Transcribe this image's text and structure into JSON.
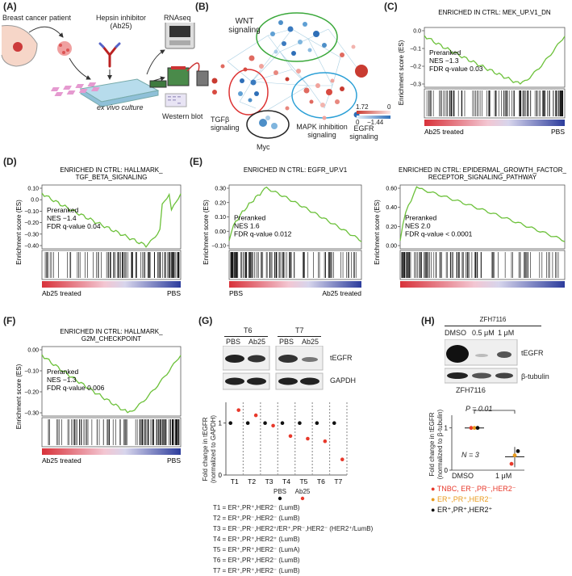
{
  "panels": {
    "A": "(A)",
    "B": "(B)",
    "C": "(C)",
    "D": "(D)",
    "E": "(E)",
    "F": "(F)",
    "G": "(G)",
    "H": "(H)"
  },
  "panelA": {
    "patient": "Breast cancer patient",
    "inhibitor_l1": "Hepsin inhibitor",
    "inhibitor_l2": "(Ab25)",
    "rnaseq": "RNAseq",
    "culture": "ex vivo culture",
    "western": "Western blot"
  },
  "panelB": {
    "wnt_l1": "WNT",
    "wnt_l2": "signaling",
    "tgfb_l1": "TGFβ",
    "tgfb_l2": "signaling",
    "myc": "Myc",
    "mapk_l1": "MAPK inhibition",
    "mapk_l2": "signaling",
    "egfr_l1": "EGFR",
    "egfr_l2": "signaling",
    "scale_max": "1.72",
    "scale_zero_top": "0",
    "scale_zero_bottom": "0",
    "scale_min": "−1.44"
  },
  "gsea": {
    "C": {
      "title_l1": "ENRICHED IN CTRL: MEK_UP.V1_DN",
      "title_l2": "",
      "yticks": [
        "0.0",
        "−0.1",
        "−0.2",
        "−0.3"
      ],
      "ylabel": "Enrichment score (ES)",
      "preranked": "Preranked",
      "nes": "NES −1.3",
      "fdr": "FDR q-value 0.03",
      "left_label": "Ab25 treated",
      "right_label": "PBS"
    },
    "D": {
      "title_l1": "ENRICHED IN CTRL: HALLMARK_",
      "title_l2": "TGF_BETA_SIGNALING",
      "yticks": [
        "0.10",
        "0.0",
        "−0.10",
        "−0.20",
        "−0.30",
        "−0.40"
      ],
      "ylabel": "Enrichment score (ES)",
      "preranked": "Preranked",
      "nes": "NES −1.4",
      "fdr": "FDR q-value 0.04",
      "left_label": "Ab25 treated",
      "right_label": "PBS"
    },
    "E1": {
      "title_l1": "ENRICHED IN CTRL: EGFR_UP.V1",
      "title_l2": "",
      "yticks": [
        "0.30",
        "0.20",
        "0.10",
        "0.00",
        "−0.10"
      ],
      "ylabel": "Enrichment score (ES)",
      "preranked": "Preranked",
      "nes": "NES 1.6",
      "fdr": "FDR q-value 0.012",
      "left_label": "PBS",
      "right_label": "Ab25 treated"
    },
    "E2": {
      "title_l1": "ENRICHED IN CTRL: EPIDERMAL_GROWTH_FACTOR_",
      "title_l2": "RECEPTOR_SIGNALING_PATHWAY",
      "yticks": [
        "0.60",
        "0.40",
        "0.20",
        "0.00"
      ],
      "ylabel": "Enrichment score (ES)",
      "preranked": "Preranked",
      "nes": "NES 2.0",
      "fdr": "FDR q-value < 0.0001",
      "left_label": "",
      "right_label": ""
    },
    "F": {
      "title_l1": "ENRICHED IN CTRL: HALLMARK_",
      "title_l2": "G2M_CHECKPOINT",
      "yticks": [
        "0.00",
        "−0.10",
        "−0.20",
        "−0.30"
      ],
      "ylabel": "Enrichment score (ES)",
      "preranked": "Preranked",
      "nes": "NES −1.3",
      "fdr": "FDR q-value 0.006",
      "left_label": "Ab25 treated",
      "right_label": "PBS"
    }
  },
  "panelG": {
    "sample_t6": "T6",
    "sample_t7": "T7",
    "lane_pbs": "PBS",
    "lane_ab25": "Ab25",
    "band_tegfr": "tEGFR",
    "band_gapdh": "GAPDH",
    "ylabel_l1": "Fold change in tEGFR",
    "ylabel_l2": "(normalized to GAPDH)",
    "yticks": [
      "0",
      "1"
    ],
    "legend_pbs": "PBS",
    "legend_ab25": "Ab25",
    "subtypes": [
      "T1 = ER⁺,PR⁺,HER2⁻ (LumB)",
      "T2 = ER⁺,PR⁻,HER2⁻ (LumB)",
      "T3 = ER⁻,PR⁻,HER2⁺/ER⁺,PR⁻,HER2⁻ (HER2⁺/LumB)",
      "T4 = ER⁺,PR⁺,HER2⁺ (LumB)",
      "T5 = ER⁺,PR⁺,HER2⁻ (LumA)",
      "T6 = ER⁺,PR⁺,HER2⁻ (LumB)",
      "T7 = ER⁺,PR⁺,HER2⁻ (LumB)"
    ]
  },
  "panelH": {
    "cell_line": "ZFH7116",
    "lane_dmso": "DMSO",
    "lane_05": "0.5 μM",
    "lane_1": "1 μM",
    "band_tegfr": "tEGFR",
    "band_tubulin": "β-tubulin",
    "ylabel_l1": "Fold change in tEGFR",
    "ylabel_l2": "(normalized to β-tubulin)",
    "yticks": [
      "0",
      "1"
    ],
    "pvalue": "P = 0.01",
    "n": "N = 3",
    "legend": [
      {
        "text": "TNBC, ER⁻,PR⁻,HER2⁻",
        "color": "#e8392b"
      },
      {
        "text": "ER⁺,PR⁺,HER2⁻",
        "color": "#e89a1c"
      },
      {
        "text": "ER⁺,PR⁺,HER2⁺",
        "color": "#111111"
      }
    ]
  },
  "chart_data": [
    {
      "type": "scatter",
      "categories": [
        "T1",
        "T2",
        "T3",
        "T4",
        "T5",
        "T6",
        "T7"
      ],
      "series": [
        {
          "name": "PBS",
          "values": [
            1,
            1,
            1,
            1,
            1,
            1,
            1
          ],
          "color": "#111111"
        },
        {
          "name": "Ab25",
          "values": [
            1.25,
            1.15,
            0.95,
            0.75,
            0.7,
            0.65,
            0.3
          ],
          "color": "#e8392b"
        }
      ],
      "ylabel": "Fold change in tEGFR (normalized to GAPDH)",
      "ylim": [
        0,
        1.4
      ]
    },
    {
      "type": "scatter",
      "categories": [
        "DMSO",
        "1 μM"
      ],
      "series": [
        {
          "name": "TNBC, ER⁻,PR⁻,HER2⁻",
          "values": [
            1,
            0.15
          ],
          "color": "#e8392b"
        },
        {
          "name": "ER⁺,PR⁺,HER2⁻",
          "values": [
            1,
            0.35
          ],
          "color": "#e89a1c"
        },
        {
          "name": "ER⁺,PR⁺,HER2⁺",
          "values": [
            1,
            0.45
          ],
          "color": "#111111"
        }
      ],
      "ylabel": "Fold change in tEGFR (normalized to β-tubulin)",
      "ylim": [
        0,
        1.3
      ]
    }
  ]
}
